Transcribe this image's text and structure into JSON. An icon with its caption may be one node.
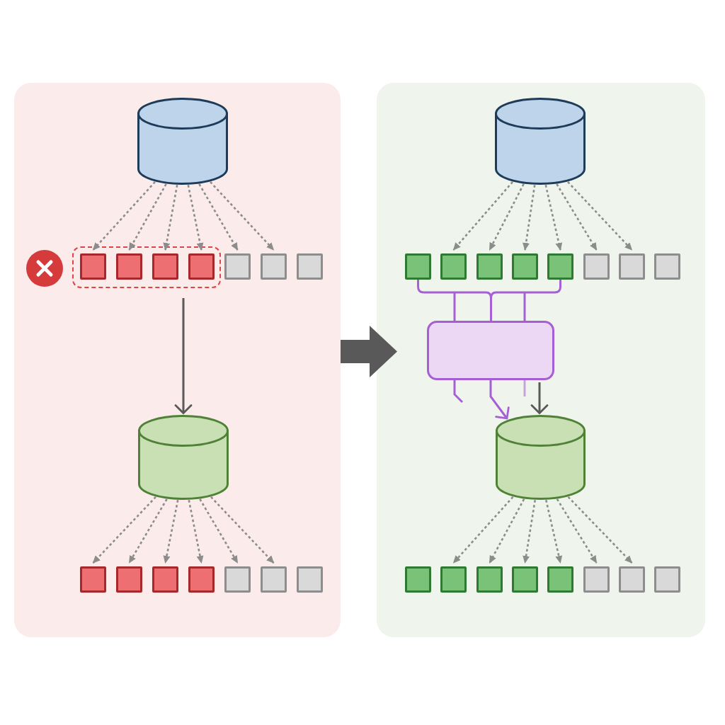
{
  "diagram": {
    "nodes": [
      {
        "text": [],
        "shape": "box"
      },
      {
        "text": [],
        "shape": "cylinder",
        "in": 0
      },
      {
        "text": [],
        "shape": "box",
        "in": 0
      },
      {
        "text": [],
        "shape": "box",
        "in": 2
      },
      {
        "text": [],
        "shape": "box",
        "in": 2
      },
      {
        "text": [],
        "shape": "box",
        "in": 2
      },
      {
        "text": [],
        "shape": "box",
        "in": 2
      },
      {
        "text": [],
        "shape": "box",
        "in": 0
      },
      {
        "text": [],
        "shape": "box",
        "in": 0
      },
      {
        "text": [],
        "shape": "box",
        "in": 0
      },
      {
        "text": [],
        "shape": "cylinder",
        "in": 0
      },
      {
        "text": [],
        "shape": "box",
        "in": 0
      },
      {
        "text": [],
        "shape": "box",
        "in": 0
      },
      {
        "text": [],
        "shape": "box",
        "in": 0
      },
      {
        "text": [],
        "shape": "box",
        "in": 0
      },
      {
        "text": [],
        "shape": "box",
        "in": 0
      },
      {
        "text": [],
        "shape": "box",
        "in": 0
      },
      {
        "text": [],
        "shape": "box",
        "in": 0
      },
      {
        "text": [],
        "shape": "box"
      },
      {
        "text": [],
        "shape": "cylinder",
        "in": 18
      },
      {
        "text": [],
        "shape": "box",
        "in": 18
      },
      {
        "text": [],
        "shape": "box",
        "in": 18
      },
      {
        "text": [],
        "shape": "box",
        "in": 18
      },
      {
        "text": [],
        "shape": "box",
        "in": 18
      },
      {
        "text": [],
        "shape": "box",
        "in": 18
      },
      {
        "text": [],
        "shape": "box",
        "in": 18
      },
      {
        "text": [],
        "shape": "box",
        "in": 18
      },
      {
        "text": [],
        "shape": "box",
        "in": 18
      },
      {
        "text": [],
        "shape": "box",
        "in": 18
      },
      {
        "text": [],
        "shape": "cylinder",
        "in": 18
      },
      {
        "text": [],
        "shape": "box",
        "in": 18
      },
      {
        "text": [],
        "shape": "box",
        "in": 18
      },
      {
        "text": [],
        "shape": "box",
        "in": 18
      },
      {
        "text": [],
        "shape": "box",
        "in": 18
      },
      {
        "text": [],
        "shape": "box",
        "in": 18
      },
      {
        "text": [],
        "shape": "box",
        "in": 18
      },
      {
        "text": [],
        "shape": "box",
        "in": 18
      },
      {
        "text": [],
        "shape": "box",
        "in": 18
      }
    ],
    "edges": [
      {
        "from": 1,
        "to": 3,
        "arrow": "to",
        "style": "dashed"
      },
      {
        "from": 1,
        "to": 4,
        "arrow": "to",
        "style": "dashed"
      },
      {
        "from": 1,
        "to": 5,
        "arrow": "to",
        "style": "dashed"
      },
      {
        "from": 1,
        "to": 6,
        "arrow": "to",
        "style": "dashed"
      },
      {
        "from": 1,
        "to": 7,
        "arrow": "to",
        "style": "dashed"
      },
      {
        "from": 1,
        "to": 8,
        "arrow": "to",
        "style": "dashed"
      },
      {
        "from": 2,
        "to": 10,
        "arrow": "to",
        "color": "#595959"
      },
      {
        "from": 10,
        "to": 11,
        "arrow": "to",
        "style": "dashed"
      },
      {
        "from": 10,
        "to": 12,
        "arrow": "to",
        "style": "dashed"
      },
      {
        "from": 10,
        "to": 13,
        "arrow": "to",
        "style": "dashed"
      },
      {
        "from": 10,
        "to": 14,
        "arrow": "to",
        "style": "dashed"
      },
      {
        "from": 10,
        "to": 15,
        "arrow": "to",
        "style": "dashed"
      },
      {
        "from": 10,
        "to": 16,
        "arrow": "to",
        "style": "dashed"
      },
      {
        "from": 0,
        "to": 18,
        "arrow": "to",
        "style": "thick",
        "color": "#595959"
      },
      {
        "from": 19,
        "to": 21,
        "arrow": "to",
        "style": "dashed"
      },
      {
        "from": 19,
        "to": 22,
        "arrow": "to",
        "style": "dashed"
      },
      {
        "from": 19,
        "to": 23,
        "arrow": "to",
        "style": "dashed"
      },
      {
        "from": 19,
        "to": 24,
        "arrow": "to",
        "style": "dashed"
      },
      {
        "from": 19,
        "to": 25,
        "arrow": "to",
        "style": "dashed"
      },
      {
        "from": 19,
        "to": 26,
        "arrow": "to",
        "style": "dashed"
      },
      {
        "from": 20,
        "to": 28,
        "arrow": "none",
        "color": "#a65fd4"
      },
      {
        "from": 24,
        "to": 28,
        "arrow": "none",
        "color": "#a65fd4"
      },
      {
        "from": 28,
        "to": null,
        "arrow": "none",
        "color": "#a65fd4"
      },
      {
        "from": 28,
        "to": 29,
        "arrow": "to",
        "color": "#a65fd4"
      },
      {
        "from": 28,
        "to": null,
        "arrow": "none",
        "color": "#a65fd4"
      },
      {
        "from": 28,
        "to": 29,
        "arrow": "to",
        "color": "#595959"
      },
      {
        "from": 29,
        "to": 31,
        "arrow": "to",
        "style": "dashed"
      },
      {
        "from": 29,
        "to": 32,
        "arrow": "to",
        "style": "dashed"
      },
      {
        "from": 29,
        "to": 33,
        "arrow": "to",
        "style": "dashed"
      },
      {
        "from": 29,
        "to": 34,
        "arrow": "to",
        "style": "dashed"
      },
      {
        "from": 29,
        "to": 35,
        "arrow": "to",
        "style": "dashed"
      },
      {
        "from": 29,
        "to": 36,
        "arrow": "to",
        "style": "dashed"
      }
    ]
  }
}
